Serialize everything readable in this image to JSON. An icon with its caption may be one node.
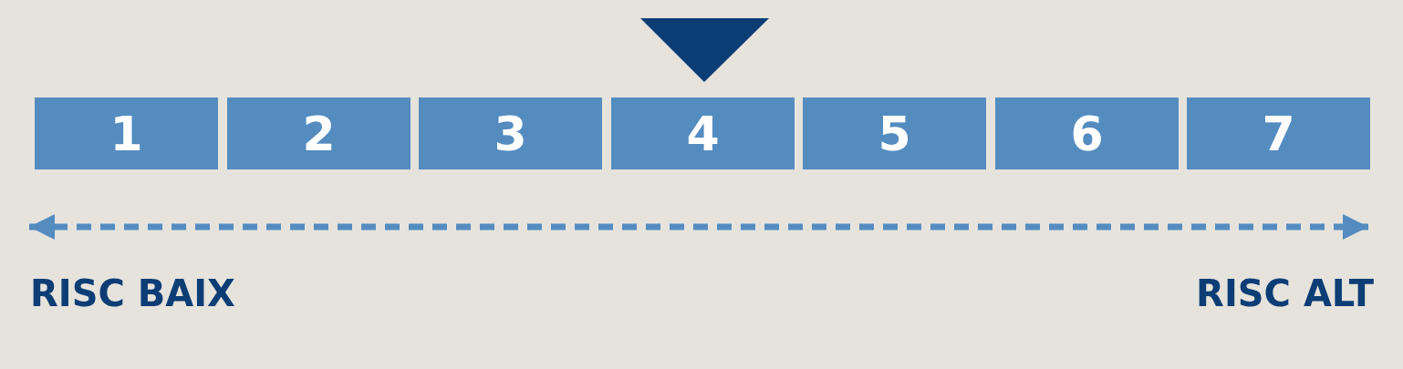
{
  "diagram": {
    "nodes": [
      {
        "text": [
          "1"
        ]
      },
      {
        "text": [
          "2"
        ]
      },
      {
        "text": [
          "3"
        ]
      },
      {
        "text": [
          "4"
        ]
      },
      {
        "text": [
          "5"
        ]
      },
      {
        "text": [
          "6"
        ]
      },
      {
        "text": [
          "7"
        ]
      }
    ],
    "labels": [
      "RISC BAIX",
      "RISC ALT"
    ]
  }
}
